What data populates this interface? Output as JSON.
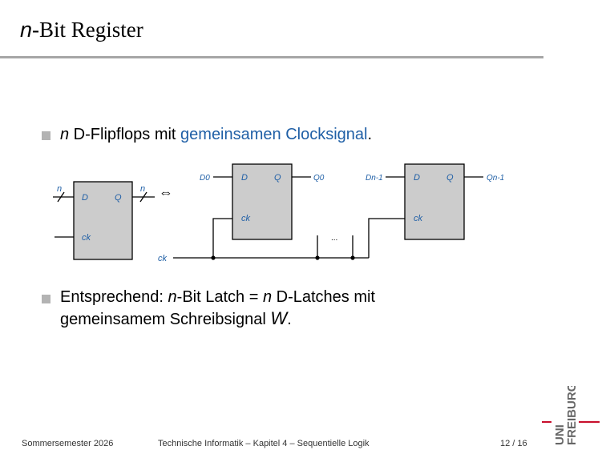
{
  "slide": {
    "title_var": "n",
    "title_rest": "-Bit Register"
  },
  "bullets": [
    {
      "var": "n",
      "text": " D-Flipflops mit ",
      "highlight": "gemeinsamen Clocksignal",
      "end": "."
    },
    {
      "line1_prefix": "Entsprechend: ",
      "line1_var1": "n",
      "line1_mid": "-Bit Latch = ",
      "line1_var2": "n",
      "line1_end": " D-Latches mit",
      "line2_text": "gemeinsamem Schreibsignal ",
      "line2_var": "W",
      "line2_end": "."
    }
  ],
  "diagram": {
    "left": {
      "d": "D",
      "q": "Q",
      "ck": "ck",
      "bus_in": "n",
      "bus_out": "n"
    },
    "equiv": "⇔",
    "ff0": {
      "in": "D0",
      "d": "D",
      "q": "Q",
      "out": "Q0",
      "ck": "ck"
    },
    "ffn": {
      "in": "Dn-1",
      "d": "D",
      "q": "Q",
      "out": "Qn-1",
      "ck": "ck"
    },
    "dots": "...",
    "clock": "ck"
  },
  "footer": {
    "semester": "Sommersemester 2026",
    "course": "Technische Informatik –  Kapitel 4 – Sequentielle Logik",
    "page": "12 / 16"
  },
  "logo": {
    "line1": "UNI",
    "line2": "FREIBURG"
  },
  "colors": {
    "accent": "#1f5fa6",
    "logo_red": "#c8102e",
    "box_fill": "#cccccc"
  }
}
